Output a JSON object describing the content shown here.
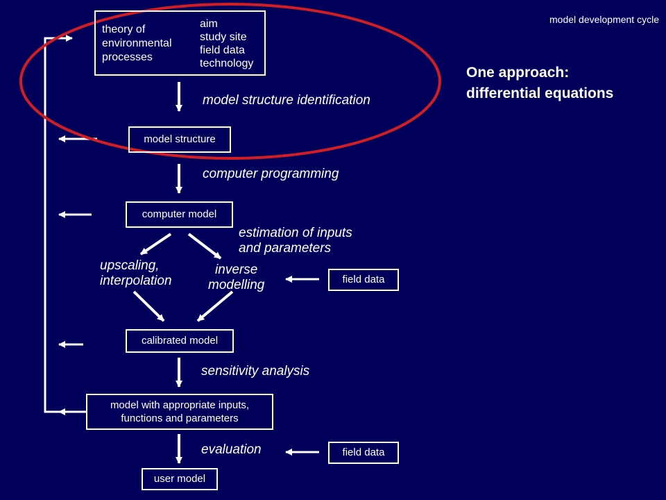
{
  "header": {
    "slide_title": "model development cycle"
  },
  "callout": {
    "line1": "One approach:",
    "line2": "differential equations"
  },
  "boxes": {
    "theory": {
      "left": [
        "theory of",
        "environmental",
        "processes"
      ],
      "right": [
        "aim",
        "study site",
        "field data",
        "technology"
      ]
    },
    "model_structure": "model structure",
    "computer_model": "computer model",
    "field_data_1": "field data",
    "calibrated_model": "calibrated model",
    "appropriate_model": [
      "model with appropriate inputs,",
      "functions and parameters"
    ],
    "field_data_2": "field data",
    "user_model": "user model"
  },
  "steps": {
    "structure_identification": "model structure identification",
    "programming": "computer programming",
    "estimation": [
      "estimation of inputs",
      "and parameters"
    ],
    "upscaling": [
      "upscaling,",
      "interpolation"
    ],
    "inverse": [
      "inverse",
      "modelling"
    ],
    "sensitivity": "sensitivity analysis",
    "evaluation": "evaluation"
  },
  "colors": {
    "background": "#00005a",
    "foreground": "#ffffff",
    "highlight_ellipse": "#d21e23"
  }
}
